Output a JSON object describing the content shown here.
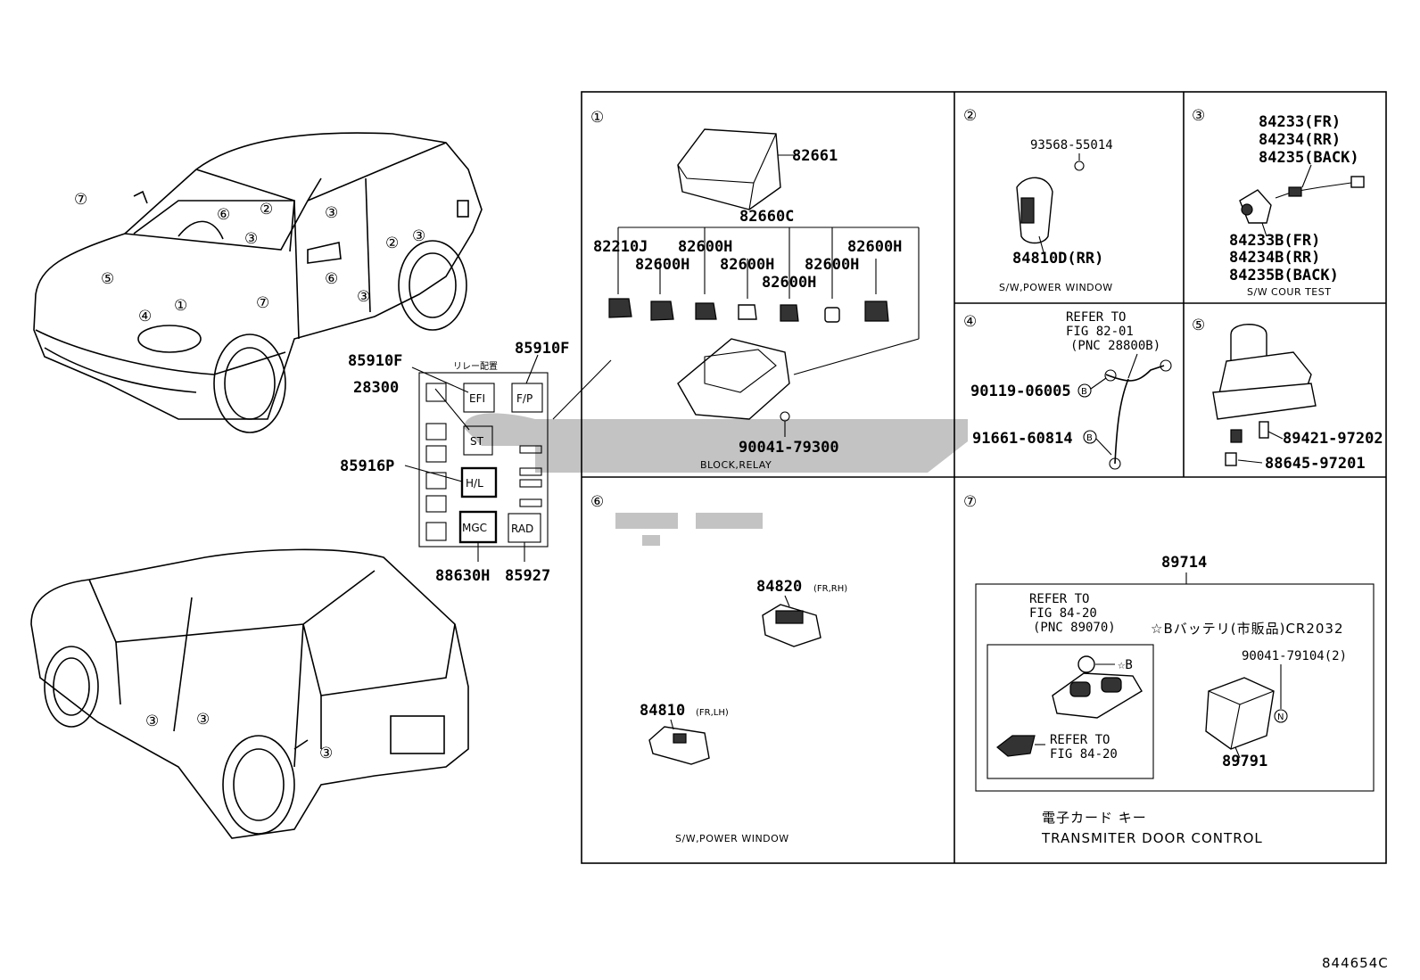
{
  "callouts": {
    "c1": "①",
    "c2": "②",
    "c3": "③",
    "c4": "④",
    "c5": "⑤",
    "c6": "⑥",
    "c7": "⑦"
  },
  "relay_box": {
    "jp_label": "リレー配置",
    "relays": {
      "efi": "EFI",
      "fp": "F/P",
      "st": "ST",
      "hl": "H/L",
      "mgc": "MGC",
      "rad": "RAD"
    },
    "parts": {
      "left_top": "85910F",
      "right_top": "85910F",
      "st": "28300",
      "hl": "85916P",
      "mgc": "88630H",
      "rad": "85927"
    }
  },
  "panel1": {
    "cover": "82661",
    "group": "82660C",
    "relays": [
      "82210J",
      "82600H",
      "82600H",
      "82600H",
      "82600H",
      "82600H",
      "82600H"
    ],
    "nut": "90041-79300",
    "caption": "BLOCK,RELAY"
  },
  "panel2": {
    "screw": "93568-55014",
    "switch": "84810D(RR)",
    "caption": "S/W,POWER WINDOW"
  },
  "panel3": {
    "fr": "84233(FR)",
    "rr": "84234(RR)",
    "back": "84235(BACK)",
    "fr_b": "84233B(FR)",
    "rr_b": "84234B(RR)",
    "back_b": "84235B(BACK)",
    "caption": "S/W COUR TEST"
  },
  "panel4": {
    "refer": "REFER TO",
    "fig": "FIG 82-01",
    "pnc": "(PNC 28800B)",
    "bolt1": "90119-06005",
    "bolt2": "91661-60814",
    "mark": "B"
  },
  "panel5": {
    "p1": "89421-97202",
    "p2": "88645-97201"
  },
  "panel6": {
    "p1": "84820",
    "p1_note": "(FR,RH)",
    "p2": "84810",
    "p2_note": "(FR,LH)",
    "caption": "S/W,POWER WINDOW"
  },
  "panel7": {
    "assy": "89714",
    "refer1": "REFER TO",
    "fig1": "FIG 84-20",
    "pnc1": "(PNC 89070)",
    "battery": "☆Bバッテリ(市販品)CR2032",
    "star_b": "☆B",
    "nut": "90041-79104(2)",
    "nut_mark": "N",
    "refer2": "REFER TO",
    "fig2": "FIG 84-20",
    "receiver": "89791",
    "jp_caption": "電子カード キー",
    "caption": "TRANSMITER DOOR CONTROL"
  },
  "drawing_id": "844654C",
  "colors": {
    "line": "#000000",
    "watermark": "#bdbdbd",
    "background": "#ffffff"
  }
}
